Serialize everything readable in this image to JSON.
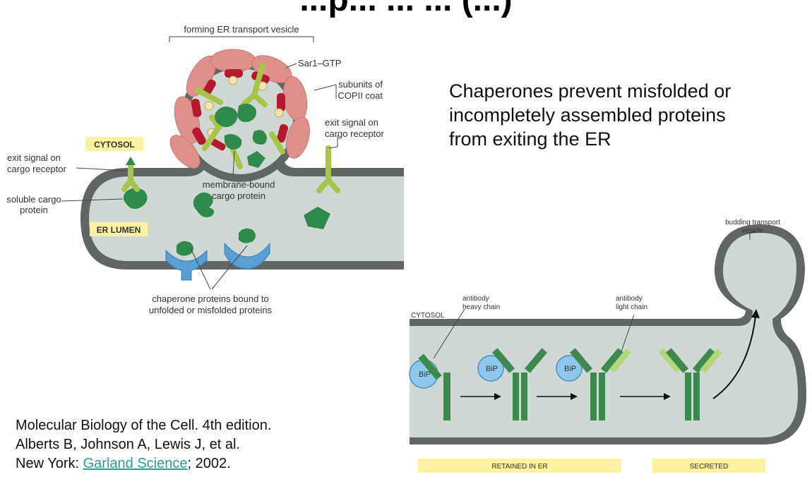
{
  "title_fragment": "...p... ... ... (...)",
  "left_figure": {
    "label_forming_vesicle": "forming ER transport vesicle",
    "label_sar1": "Sar1–GTP",
    "label_subunits_1": "subunits of",
    "label_subunits_2": "COPII coat",
    "label_exit_signal_right_1": "exit signal on",
    "label_exit_signal_right_2": "cargo receptor",
    "label_cytosol": "CYTOSOL",
    "label_exit_signal_left_1": "exit signal on",
    "label_exit_signal_left_2": "cargo receptor",
    "label_soluble_1": "soluble cargo",
    "label_soluble_2": "protein",
    "label_membrane_bound_1": "membrane-bound",
    "label_membrane_bound_2": "cargo protein",
    "label_er_lumen": "ER LUMEN",
    "label_chaperone_1": "chaperone proteins bound to",
    "label_chaperone_2": "unfolded or misfolded proteins"
  },
  "main_text": {
    "line1": "Chaperones prevent misfolded or",
    "line2": "incompletely assembled proteins",
    "line3": "from exiting the ER"
  },
  "right_figure": {
    "label_budding_1": "budding transport",
    "label_budding_2": "vesicle",
    "label_cytosol": "CYTOSOL",
    "label_heavy_1": "antibody",
    "label_heavy_2": "heavy chain",
    "label_light_1": "antibody",
    "label_light_2": "light chain",
    "bip_label": "BiP",
    "label_retained": "RETAINED IN ER",
    "label_secreted": "SECRETED"
  },
  "citation": {
    "line1": "Molecular Biology of the Cell. 4th edition.",
    "line2": "Alberts B, Johnson A, Lewis J, et al.",
    "line3_prefix": "New York: ",
    "line3_link": "Garland Science",
    "line3_suffix": "; 2002."
  },
  "colors": {
    "lumen": "#cfd8d4",
    "membrane": "#5f6664",
    "protein_green": "#2e8a4a",
    "receptor_green": "#a6c64a",
    "coat_outer": "#e0908a",
    "coat_inner": "#b5192e",
    "sar1": "#f4e6a8",
    "chaperone_blue": "#5a9fd4",
    "label_box": "#faf2a0",
    "bip": "#8ec8ec",
    "heavy_chain": "#3e8a4e",
    "light_chain": "#b4d67a",
    "link": "#2a9d8f"
  }
}
